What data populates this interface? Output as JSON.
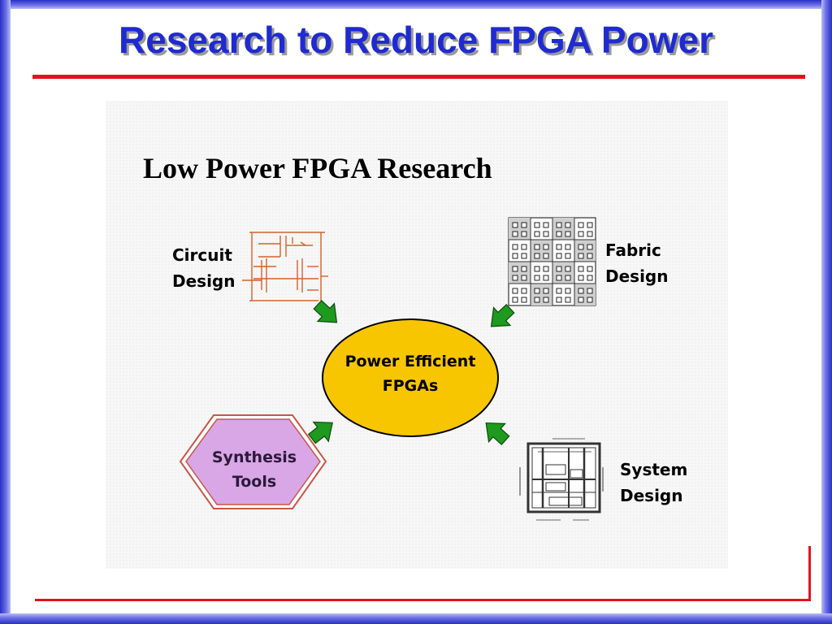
{
  "slide": {
    "title": "Research to Reduce FPGA Power"
  },
  "diagram": {
    "heading": "Low Power FPGA Research",
    "center": {
      "line1": "Power Efficient",
      "line2": "FPGAs",
      "fill": "#f7c600"
    },
    "circuit": {
      "line1": "Circuit",
      "line2": "Design"
    },
    "fabric": {
      "line1": "Fabric",
      "line2": "Design"
    },
    "synthesis": {
      "line1": "Synthesis",
      "line2": "Tools",
      "fill": "#d9a6e6"
    },
    "system": {
      "line1": "System",
      "line2": "Design"
    },
    "arrow_color": "#1e9a1e"
  },
  "colors": {
    "title_blue": "#1f2bd0",
    "rule_red": "#e0141e",
    "frame_blue": "#2a2fc8"
  }
}
